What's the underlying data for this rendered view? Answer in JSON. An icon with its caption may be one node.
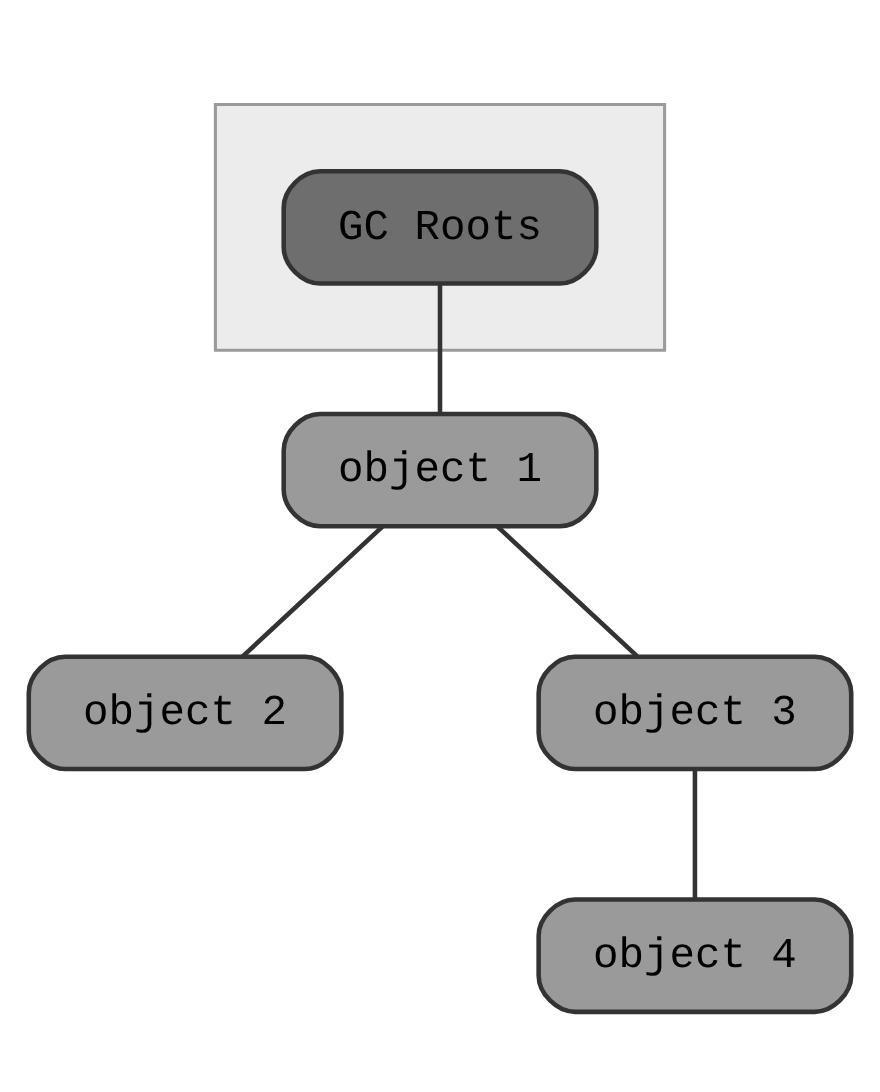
{
  "diagram": {
    "nodes": [
      {
        "text": [],
        "shape": "band"
      },
      {
        "text": [
          "GC Roots"
        ],
        "in": 0
      },
      {
        "text": [
          "object 1"
        ]
      },
      {
        "text": [
          "object 2"
        ]
      },
      {
        "text": [
          "object 3"
        ]
      },
      {
        "text": [
          "object 4"
        ]
      }
    ],
    "edges": [
      {
        "from": 1,
        "to": 2,
        "arrow": "none"
      },
      {
        "from": 2,
        "to": 3,
        "arrow": "none"
      },
      {
        "from": 2,
        "to": 4,
        "arrow": "none"
      },
      {
        "from": 4,
        "to": 5,
        "arrow": "none"
      }
    ]
  }
}
